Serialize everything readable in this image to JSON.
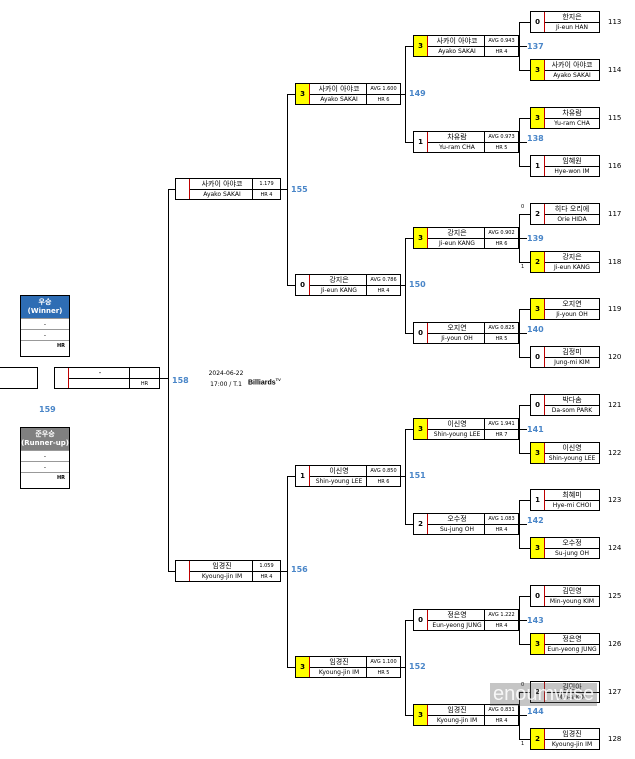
{
  "r1": [
    {
      "num": "113",
      "score": "0",
      "kor": "한지은",
      "eng": "Ji-eun HAN",
      "win": false,
      "seed": ""
    },
    {
      "num": "114",
      "score": "3",
      "kor": "사카이 아야코",
      "eng": "Ayako SAKAI",
      "win": true,
      "seed": ""
    },
    {
      "num": "115",
      "score": "3",
      "kor": "차유람",
      "eng": "Yu-ram CHA",
      "win": true,
      "seed": ""
    },
    {
      "num": "116",
      "score": "1",
      "kor": "임혜원",
      "eng": "Hye-won IM",
      "win": false,
      "seed": ""
    },
    {
      "num": "117",
      "score": "2",
      "kor": "히다 오리에",
      "eng": "Orie HIDA",
      "win": false,
      "seed": "0"
    },
    {
      "num": "118",
      "score": "2",
      "kor": "강지은",
      "eng": "Ji-eun KANG",
      "win": true,
      "seed": "1"
    },
    {
      "num": "119",
      "score": "3",
      "kor": "오지연",
      "eng": "Ji-youn OH",
      "win": true,
      "seed": ""
    },
    {
      "num": "120",
      "score": "0",
      "kor": "김정미",
      "eng": "Jung-mi KIM",
      "win": false,
      "seed": ""
    },
    {
      "num": "121",
      "score": "0",
      "kor": "박다솜",
      "eng": "Da-som PARK",
      "win": false,
      "seed": ""
    },
    {
      "num": "122",
      "score": "3",
      "kor": "이신영",
      "eng": "Shin-young LEE",
      "win": true,
      "seed": ""
    },
    {
      "num": "123",
      "score": "1",
      "kor": "최혜미",
      "eng": "Hye-mi CHOI",
      "win": false,
      "seed": ""
    },
    {
      "num": "124",
      "score": "3",
      "kor": "오수정",
      "eng": "Su-jung OH",
      "win": true,
      "seed": ""
    },
    {
      "num": "125",
      "score": "0",
      "kor": "김민영",
      "eng": "Min-young KIM",
      "win": false,
      "seed": ""
    },
    {
      "num": "126",
      "score": "3",
      "kor": "정은영",
      "eng": "Eun-yeong JUNG",
      "win": true,
      "seed": ""
    },
    {
      "num": "127",
      "score": "2",
      "kor": "김민아",
      "eng": "Min-a KIM",
      "win": false,
      "seed": "0"
    },
    {
      "num": "128",
      "score": "2",
      "kor": "임경진",
      "eng": "Kyoung-jin IM",
      "win": true,
      "seed": "1"
    }
  ],
  "r2": [
    {
      "mnum": "137",
      "score": "3",
      "kor": "사카이 아야코",
      "eng": "Ayako SAKAI",
      "avg": "AVG 0.943",
      "hr": "HR 4",
      "win": true
    },
    {
      "mnum": "138",
      "score": "1",
      "kor": "차유람",
      "eng": "Yu-ram CHA",
      "avg": "AVG 0.973",
      "hr": "HR 5",
      "win": false
    },
    {
      "mnum": "139",
      "score": "3",
      "kor": "강지은",
      "eng": "Ji-eun KANG",
      "avg": "AVG 0.902",
      "hr": "HR 6",
      "win": true
    },
    {
      "mnum": "140",
      "score": "0",
      "kor": "오지연",
      "eng": "Ji-youn OH",
      "avg": "AVG 0.825",
      "hr": "HR 5",
      "win": false
    },
    {
      "mnum": "141",
      "score": "3",
      "kor": "이신영",
      "eng": "Shin-young LEE",
      "avg": "AVG 1.941",
      "hr": "HR 7",
      "win": true
    },
    {
      "mnum": "142",
      "score": "2",
      "kor": "오수정",
      "eng": "Su-jung OH",
      "avg": "AVG 1.083",
      "hr": "HR 4",
      "win": false
    },
    {
      "mnum": "143",
      "score": "0",
      "kor": "정은영",
      "eng": "Eun-yeong JUNG",
      "avg": "AVG 1.222",
      "hr": "HR 4",
      "win": false
    },
    {
      "mnum": "144",
      "score": "3",
      "kor": "임경진",
      "eng": "Kyoung-jin IM",
      "avg": "AVG 0.831",
      "hr": "HR 4",
      "win": true
    }
  ],
  "r3": [
    {
      "mnum": "149",
      "score": "3",
      "kor": "사카이 아야코",
      "eng": "Ayako SAKAI",
      "avg": "AVG 1.600",
      "hr": "HR 6",
      "win": true
    },
    {
      "mnum": "150",
      "score": "0",
      "kor": "강지은",
      "eng": "Ji-eun KANG",
      "avg": "AVG 0.786",
      "hr": "HR 4",
      "win": false
    },
    {
      "mnum": "151",
      "score": "1",
      "kor": "이신영",
      "eng": "Shin-young LEE",
      "avg": "AVG 0.850",
      "hr": "HR 6",
      "win": false
    },
    {
      "mnum": "152",
      "score": "3",
      "kor": "임경진",
      "eng": "Kyoung-jin IM",
      "avg": "AVG 1.100",
      "hr": "HR 5",
      "win": true
    }
  ],
  "r4": [
    {
      "mnum": "155",
      "kor": "사카이 아야코",
      "eng": "Ayako SAKAI",
      "avg": "1.179",
      "hr": "HR 4"
    },
    {
      "mnum": "156",
      "kor": "임경진",
      "eng": "Kyoung-jin IM",
      "avg": "1.059",
      "hr": "HR 4"
    }
  ],
  "final": {
    "mnum": "158",
    "name": "-",
    "hr": "HR"
  },
  "third": {
    "mnum": "159"
  },
  "winner": {
    "title": "우승",
    "sub": "(Winner)",
    "row1": "-",
    "row2": "-",
    "hr": "HR",
    "color": "#2e6db4"
  },
  "runnerup": {
    "title": "준우승",
    "sub": "(Runner-up)",
    "row1": "-",
    "row2": "-",
    "hr": "HR",
    "color": "#808080"
  },
  "event": {
    "date": "2024-06-22",
    "time": "17:00 / T.1",
    "broadcaster": "Billiards",
    "broadcaster_sup": "TV"
  },
  "colors": {
    "win": "#ffff00",
    "match": "#4a86c8",
    "border": "#c00000"
  },
  "watermark": "enoumwise"
}
